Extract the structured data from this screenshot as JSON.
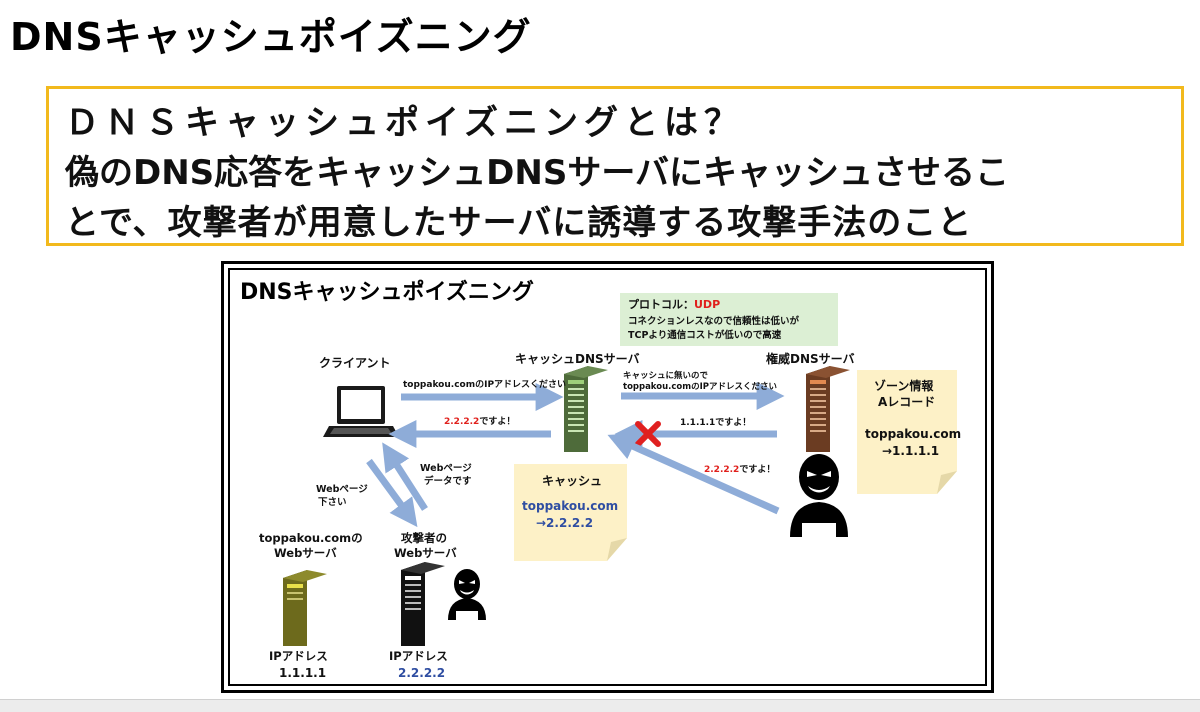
{
  "title": "DNSキャッシュポイズニング",
  "definition": {
    "line1": "ＤＮＳキャッシュポイズニングとは？",
    "line2": "偽のDNS応答をキャッシュDNSサーバにキャッシュさせるこ",
    "line3": "とで、攻撃者が用意したサーバに誘導する攻撃手法のこと"
  },
  "diagram": {
    "title": "DNSキャッシュポイズニング",
    "protocol_note": {
      "label": "プロトコル：",
      "protocol": "UDP",
      "line2": "コネクションレスなので信頼性は低いが",
      "line3": "TCPより通信コストが低いので高速"
    },
    "client_label": "クライアント",
    "cache_server_label": "キャッシュDNSサーバ",
    "auth_server_label": "権威DNSサーバ",
    "msg_query1": "toppakou.comのIPアドレスください",
    "msg_reply_fake_value": "2.2.2.2",
    "msg_reply_suffix": "ですよ！",
    "msg_query2_line1": "キャッシュに無いので",
    "msg_query2_line2": "toppakou.comのIPアドレスください",
    "msg_auth_reply": "1.1.1.1ですよ！",
    "msg_attacker_value": "2.2.2.2",
    "msg_attacker_suffix": "ですよ！",
    "zone_note": {
      "line1": "ゾーン情報",
      "line2": "Aレコード",
      "line3": "toppakou.com",
      "line4": "→1.1.1.1"
    },
    "cache_note": {
      "title": "キャッシュ",
      "line1": "toppakou.com",
      "line2": "→2.2.2.2"
    },
    "web_request_line1": "Webページ",
    "web_request_line2": "下さい",
    "web_data_line1": "Webページ",
    "web_data_line2": "データです",
    "legit_server_label1": "toppakou.comの",
    "legit_server_label2": "Webサーバ",
    "attacker_server_label1": "攻撃者の",
    "attacker_server_label2": "Webサーバ",
    "legit_ip_label": "IPアドレス",
    "legit_ip": "1.1.1.1",
    "attacker_ip_label": "IPアドレス",
    "attacker_ip": "2.2.2.2"
  },
  "colors": {
    "accent_border": "#f2b91d",
    "arrow": "#8eacd8",
    "protocol_red": "#e0201c",
    "note_green": "#dcefd4",
    "note_yellow": "#fdf1c7",
    "cache_server": "#4e6b3a",
    "auth_server": "#6b3c22",
    "legit_web_server": "#6d6a1c",
    "attacker_server": "#111111",
    "ip_blue": "#2f4ea2",
    "cross_red": "#e02020"
  },
  "icons": [
    "laptop-icon",
    "server-icon",
    "attacker-icon",
    "cross-icon",
    "arrow-icon",
    "sticky-note-icon"
  ]
}
